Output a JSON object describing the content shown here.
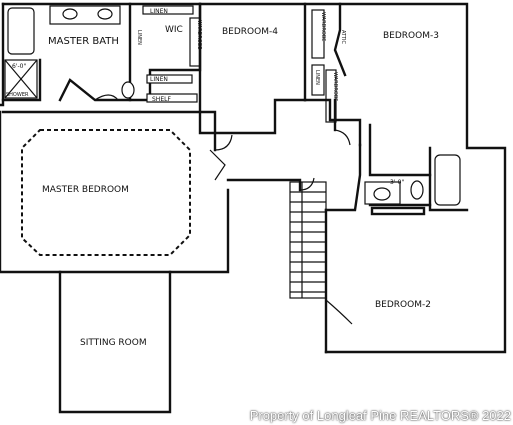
{
  "rooms": {
    "master_bath": "MASTER BATH",
    "wic": "WIC",
    "bedroom_4": "BEDROOM-4",
    "bedroom_3": "BEDROOM-3",
    "master_bedroom": "MASTER BEDROOM",
    "bedroom_2": "BEDROOM-2",
    "sitting_room": "SITTING ROOM"
  },
  "small_labels": {
    "linen_top": "LINEN",
    "linen_mid": "LINEN",
    "linen_left": "LINEN",
    "linen_low": "LINEN",
    "shelf": "SHELF",
    "wardrobe_top": "WARDROBE",
    "wardrobe_left": "WARDROBE",
    "wardrobe_right": "WARDROBE",
    "shower": "SHOWER",
    "shower_size": "6'-0\"",
    "vanity_size": "3'-0\"",
    "attic": "ATTIC"
  },
  "watermark": "Property of Longleaf Pine REALTORS® 2022"
}
